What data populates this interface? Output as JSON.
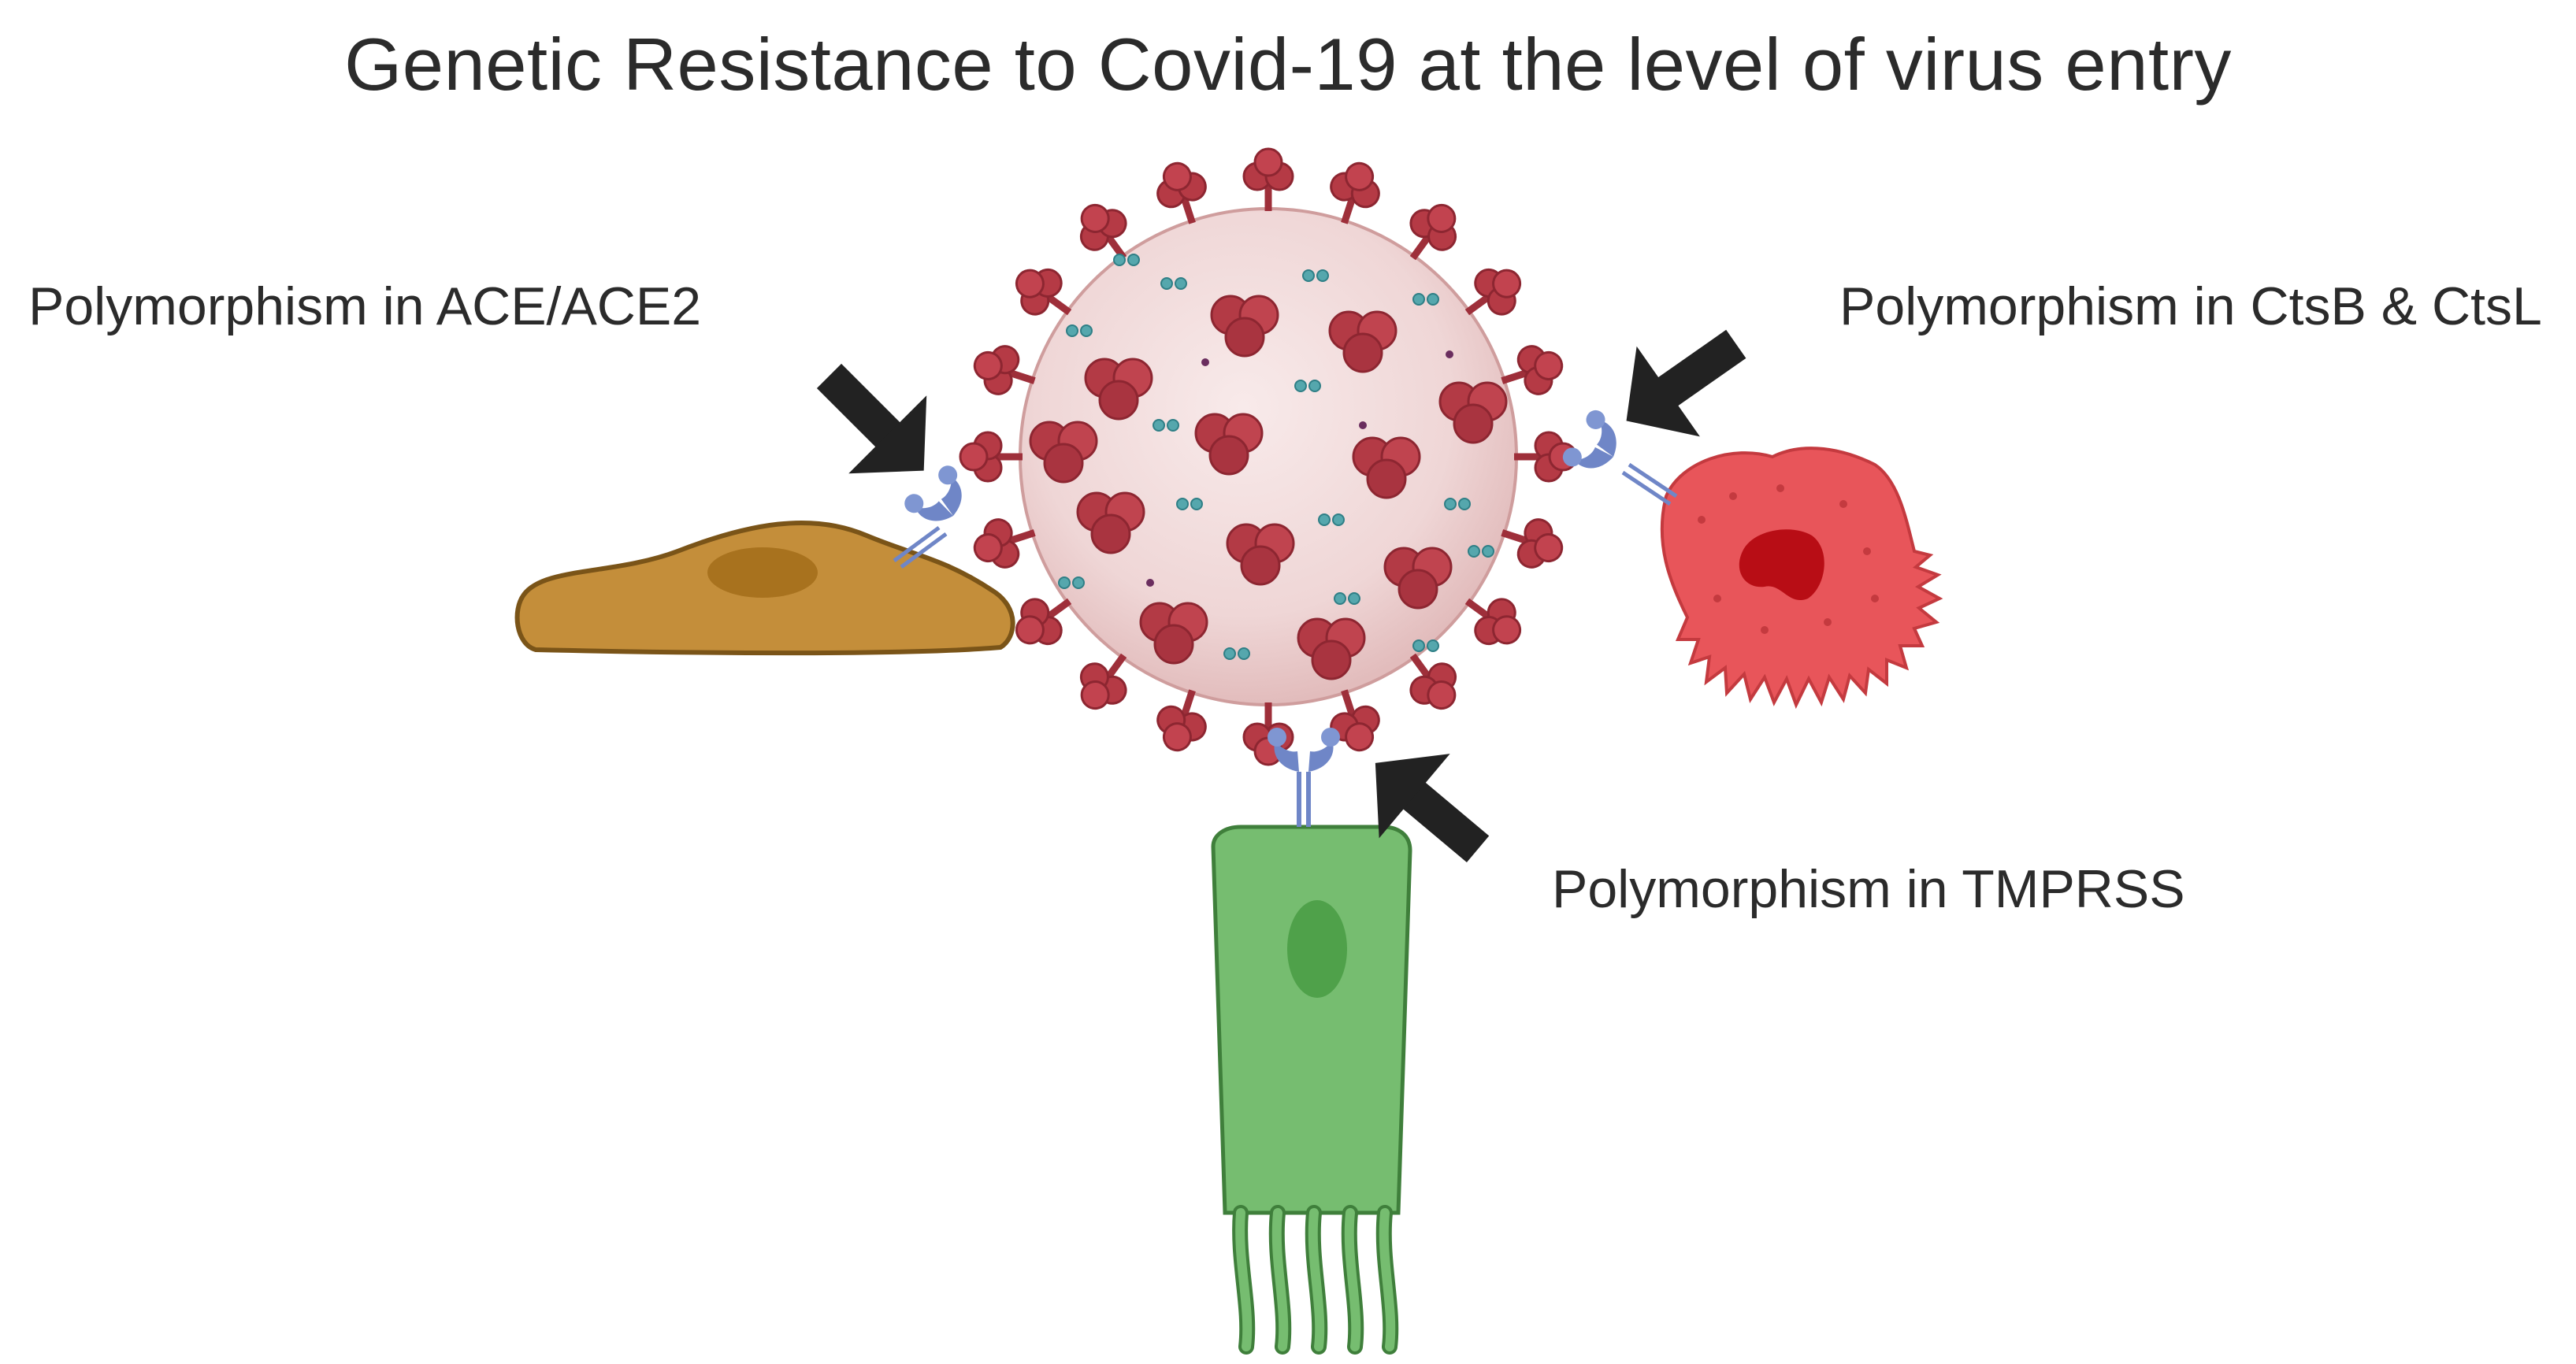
{
  "title": "Genetic Resistance to Covid-19 at the level of virus entry",
  "labels": {
    "ace": "Polymorphism in ACE/ACE2",
    "cts": "Polymorphism in CtsB & CtsL",
    "tmprss": "Polymorphism in TMPRSS"
  },
  "colors": {
    "virus_body": "#f2dada",
    "virus_spike": "#b53a45",
    "receptor": "#6f86c7",
    "fibroblast_cell": "#c48e3a",
    "macrophage_cell": "#e8555a",
    "epithelial_cell": "#76bd70",
    "arrow": "#222222"
  },
  "icons": {
    "virus": "coronavirus-icon",
    "receptor": "receptor-icon",
    "arrow": "arrow-icon"
  }
}
